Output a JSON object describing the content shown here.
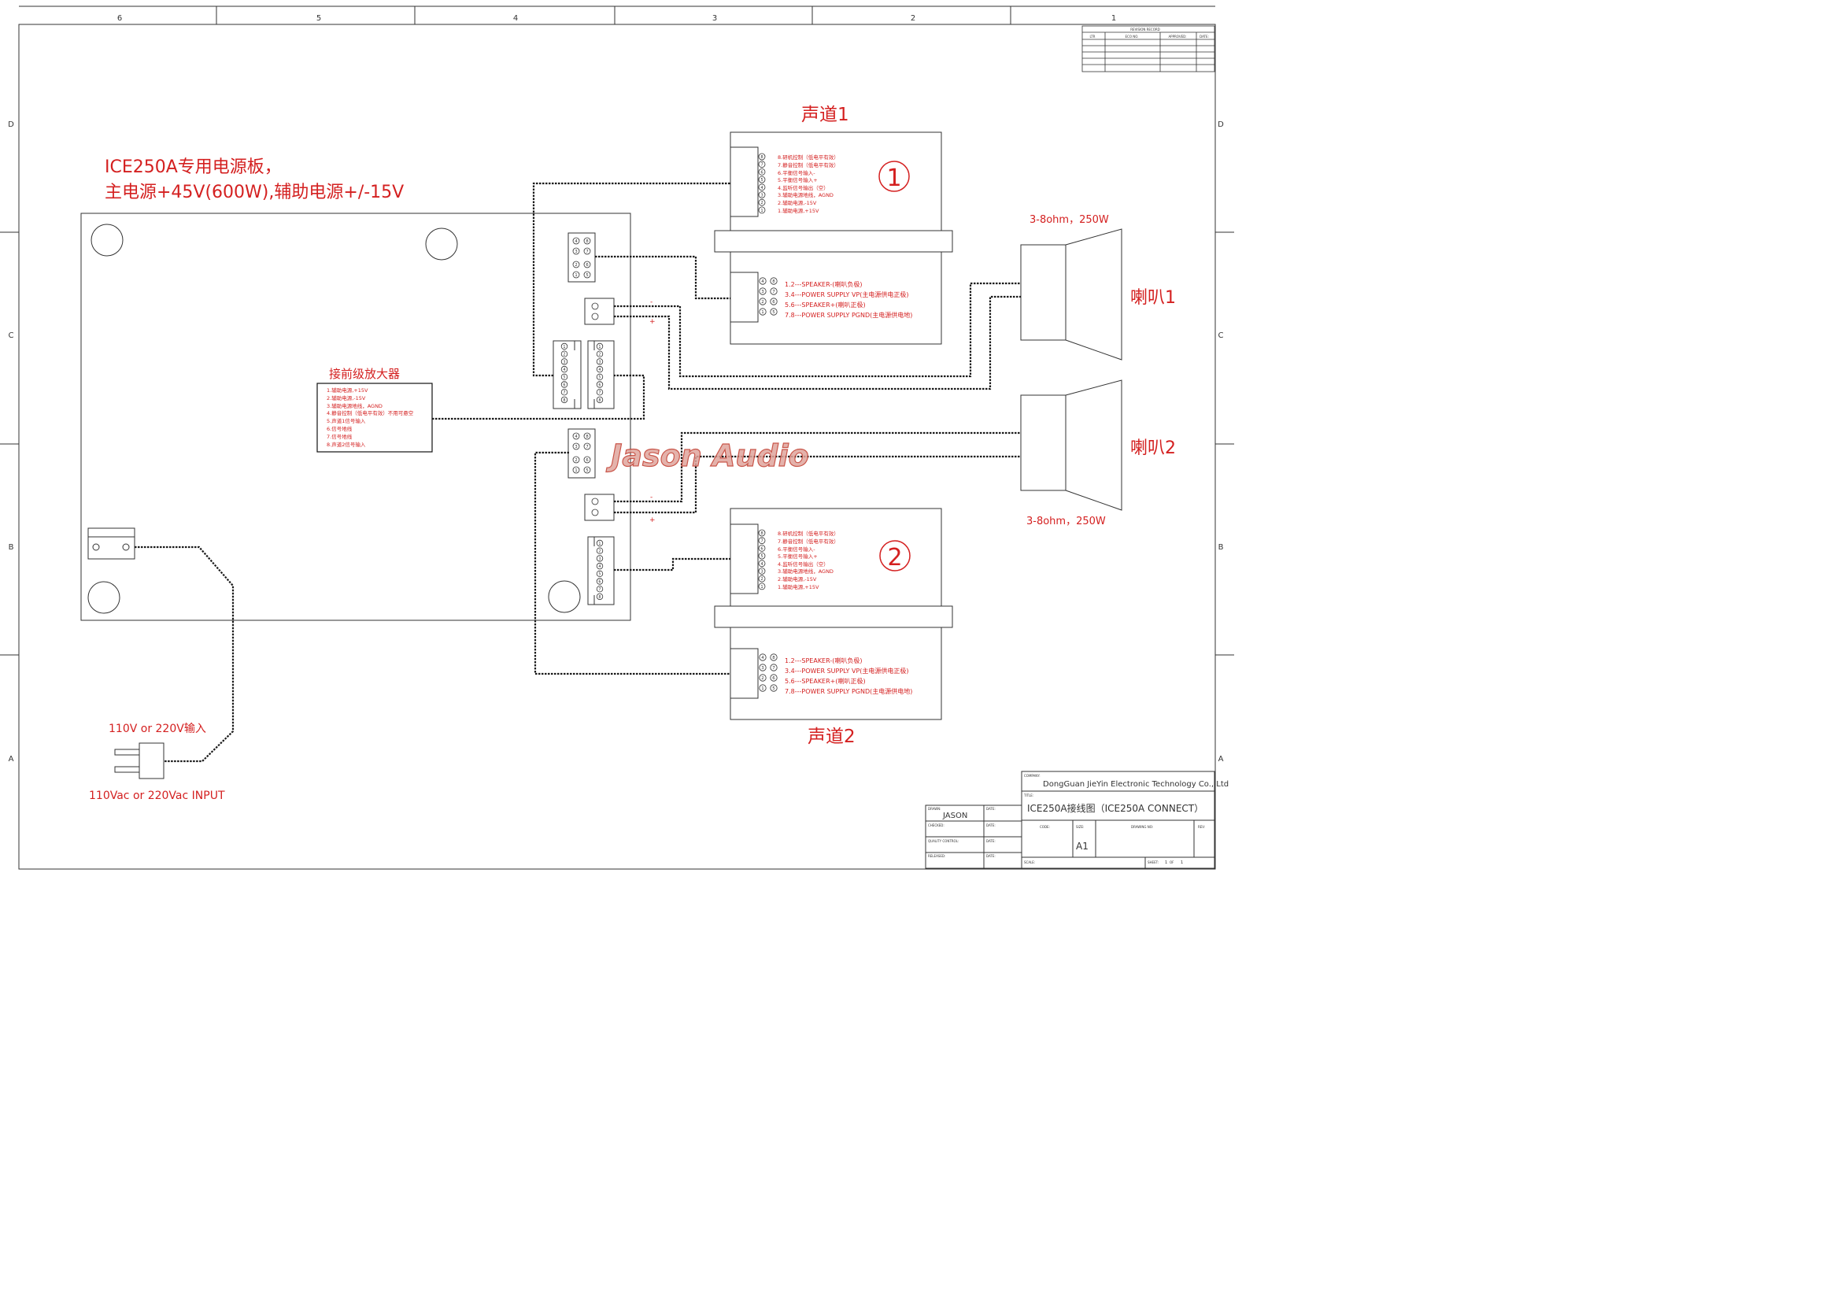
{
  "zone_columns": [
    "6",
    "5",
    "4",
    "3",
    "2",
    "1"
  ],
  "zone_rows": [
    "D",
    "C",
    "B",
    "A"
  ],
  "psu_title_line1": "ICE250A专用电源板，",
  "psu_title_line2": "主电源+45V(600W),辅助电源+/-15V",
  "watermark": "Jason Audio",
  "preamp": {
    "title": "接前级放大器",
    "pins": [
      "1.辅助电源,+15V",
      "2.辅助电源,-15V",
      "3.辅助电源地线，AGND",
      "4.静音控制（低电平有效）不用可悬空",
      "5.声道1信号输入",
      "6.信号地线",
      "7.信号地线",
      "8.声道2信号输入"
    ]
  },
  "channel1": {
    "title": "声道1",
    "badge": "1",
    "signal_pins": [
      "8.研机控制（低电平有效）",
      "7.静音控制（低电平有效）",
      "6.平衡信号输入-",
      "5.平衡信号输入+",
      "4.监听信号输出（空）",
      "3.辅助电源地线，AGND",
      "2.辅助电源,-15V",
      "1.辅助电源,+15V"
    ],
    "power_pins": [
      "1.2---SPEAKER-(喇叭负极)",
      "3.4---POWER SUPPLY VP(主电源供电正极)",
      "5.6---SPEAKER+(喇叭正极)",
      "7.8---POWER SUPPLY PGND(主电源供电地)"
    ]
  },
  "channel2": {
    "title": "声道2",
    "badge": "2",
    "signal_pins": [
      "8.研机控制（低电平有效）",
      "7.静音控制（低电平有效）",
      "6.平衡信号输入-",
      "5.平衡信号输入+",
      "4.监听信号输出（空）",
      "3.辅助电源地线，AGND",
      "2.辅助电源,-15V",
      "1.辅助电源,+15V"
    ],
    "power_pins": [
      "1.2---SPEAKER-(喇叭负极)",
      "3.4---POWER SUPPLY VP(主电源供电正极)",
      "5.6---SPEAKER+(喇叭正极)",
      "7.8---POWER SUPPLY PGND(主电源供电地)"
    ]
  },
  "speaker1": {
    "label": "喇叭1",
    "spec": "3-8ohm，250W"
  },
  "speaker2": {
    "label": "喇叭2",
    "spec": "3-8ohm，250W"
  },
  "input": {
    "label_top": "110V or 220V输入",
    "label_bottom": "110Vac or 220Vac  INPUT"
  },
  "terminal_minus": "-",
  "terminal_plus": "+",
  "revision_block": {
    "title": "REVISION RECORD",
    "headers": [
      "LTR",
      "ECO NO.",
      "APPROVED:",
      "DATE:"
    ]
  },
  "title_block": {
    "company_label": "COMPANY:",
    "company": "DongGuan JieYin Electronic Technology Co., Ltd",
    "title_label": "TITLE:",
    "title": "ICE250A接线图（ICE250A CONNECT）",
    "drawn_label": "DRAWN:",
    "drawn_by": "JASON",
    "checked_label": "CHECKED:",
    "quality_label": "QUALITY CONTROL:",
    "released_label": "RELEASED:",
    "date_label": "DATE:",
    "code_label": "CODE:",
    "size_label": "SIZE:",
    "size": "A1",
    "drawing_no_label": "DRAWING NO:",
    "rev_label": "REV:",
    "scale_label": "SCALE:",
    "sheet_label": "SHEET:",
    "sheet_num": "1",
    "sheet_of": "OF",
    "sheet_total": "1"
  },
  "colors": {
    "annotation": "#d42020",
    "wire": "#1a1a1a",
    "frame": "#333333"
  }
}
